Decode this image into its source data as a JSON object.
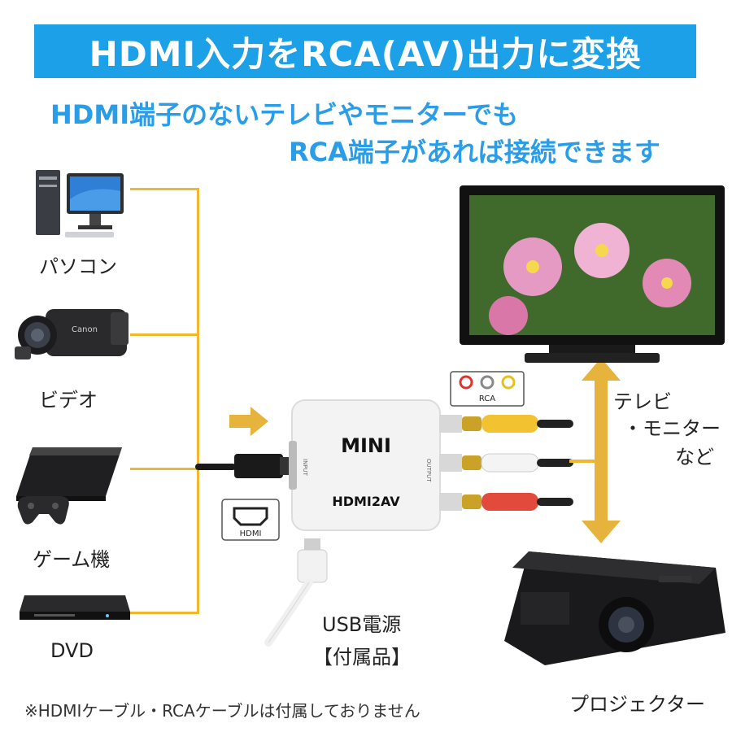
{
  "header": {
    "title": "HDMI入力をRCA(AV)出力に変換"
  },
  "subtitle": {
    "line1": "HDMI端子のないテレビやモニターでも",
    "line2": "RCA端子があれば接続できます"
  },
  "sources": [
    {
      "label": "パソコン"
    },
    {
      "label": "ビデオ"
    },
    {
      "label": "ゲーム機"
    },
    {
      "label": "DVD"
    }
  ],
  "camera": {
    "brand": "Canon"
  },
  "converter": {
    "mini": "MINI",
    "model": "HDMI2AV",
    "input": "INPUT",
    "output": "OUTPUT"
  },
  "hdmi_badge": {
    "label": "HDMI"
  },
  "rca_badge": {
    "label": "RCA"
  },
  "usb": {
    "line1": "USB電源",
    "line2": "【付属品】"
  },
  "outputs": {
    "tv_line1": "テレビ",
    "tv_line2": "・モニター",
    "tv_line3": "など",
    "projector": "プロジェクター"
  },
  "footer": {
    "note": "※HDMIケーブル・RCAケーブルは付属しておりません"
  },
  "colors": {
    "banner": "#1ca0e8",
    "accent_text": "#2a9de8",
    "connector_line": "#f1b731",
    "arrow": "#e6b43c"
  }
}
